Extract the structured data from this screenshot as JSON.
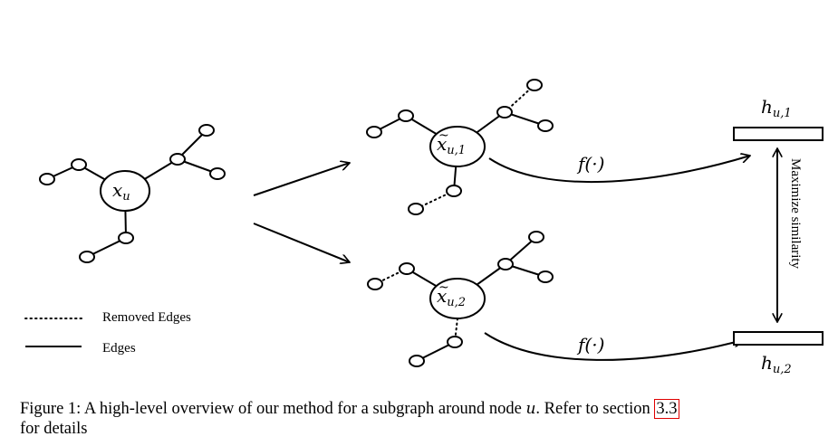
{
  "figure": {
    "labels": {
      "original_node": "x",
      "original_node_sub": "u",
      "aug1_node": "x",
      "aug1_node_sub": "u,1",
      "aug2_node": "x",
      "aug2_node_sub": "u,2",
      "encoder_top": "f(·)",
      "encoder_bottom": "f(·)",
      "embedding_top": "h",
      "embedding_top_sub": "u,1",
      "embedding_bottom": "h",
      "embedding_bottom_sub": "u,2",
      "objective": "Maximize similarity"
    },
    "legend": {
      "removed_edges": "Removed Edges",
      "edges": "Edges"
    }
  },
  "caption": {
    "prefix": "Figure 1:  A high-level overview of our method for a subgraph around node ",
    "node_symbol": "u",
    "middle": ".  Refer to section ",
    "section_ref": "3.3",
    "suffix": "for details"
  }
}
